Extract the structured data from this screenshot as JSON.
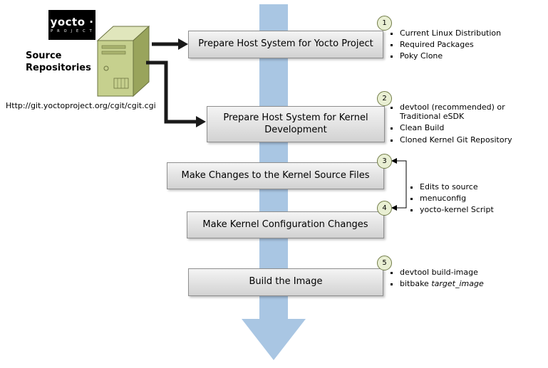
{
  "logo": {
    "wordmark": "yocto ·",
    "subtitle": "P R O J E C T"
  },
  "source": {
    "label_line1": "Source",
    "label_line2": "Repositories",
    "url": "Http://git.yoctoproject.org/cgit/cgit.cgi"
  },
  "steps": [
    {
      "number": "1",
      "label": "Prepare Host System for Yocto Project",
      "bullets": [
        "Current Linux Distribution",
        "Required Packages",
        "Poky Clone"
      ]
    },
    {
      "number": "2",
      "label": "Prepare Host System for Kernel Development",
      "bullets": [
        "devtool (recommended) or Traditional eSDK",
        "Clean Build",
        "Cloned Kernel Git Repository"
      ]
    },
    {
      "number": "3",
      "label": "Make Changes to the Kernel Source Files"
    },
    {
      "number": "4",
      "label": "Make Kernel Configuration Changes"
    },
    {
      "number": "5",
      "label": "Build the Image",
      "bullets": [
        "devtool build-image"
      ],
      "bitbake_prefix": "bitbake ",
      "bitbake_italic": "target_image"
    }
  ],
  "shared_bullets_steps_3_4": [
    "Edits to source",
    "menuconfig",
    "yocto-kernel Script"
  ],
  "icons": {
    "server": "server-tower",
    "flow_arrow": "large-down-arrow"
  },
  "colors": {
    "flow-arrow": "#a9c6e3",
    "box-top": "#f4f4f4",
    "box-bottom": "#d2d2d2",
    "box-border": "#8f8f8f",
    "circle-bg": "#e9efd3",
    "circle-border": "#727d48",
    "logo-bg": "#000000",
    "server-front": "#c6d08e",
    "server-top": "#e0e6bc",
    "server-side": "#99a45c",
    "server-outline": "#6b7340",
    "connector": "#1a1a1a"
  }
}
